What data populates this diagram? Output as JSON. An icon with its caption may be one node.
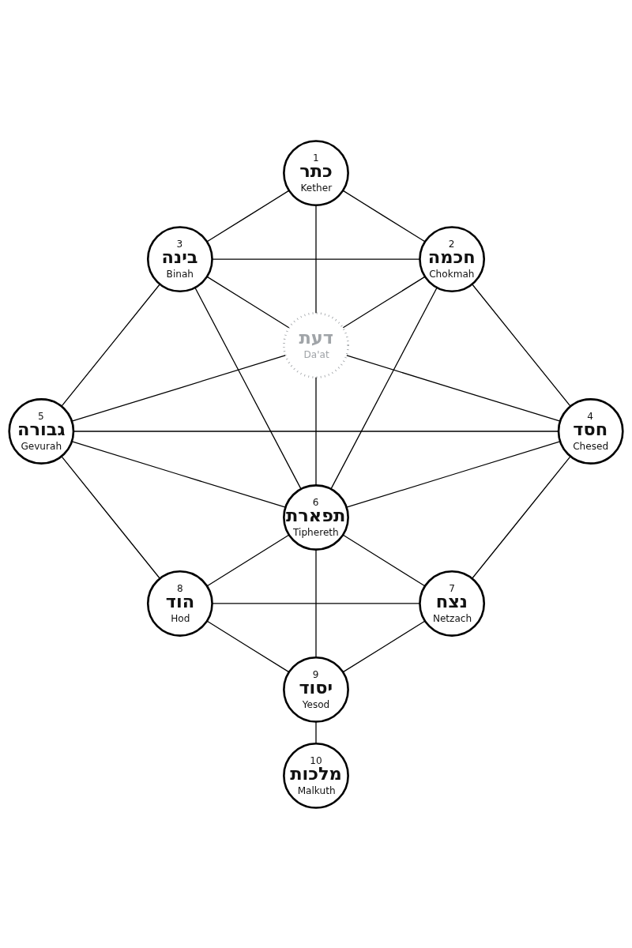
{
  "diagram": {
    "nodes": [
      {
        "text": [
          "1",
          "כתר",
          "Kether"
        ]
      },
      {
        "text": [
          "3",
          "בינה",
          "Binah"
        ]
      },
      {
        "text": [
          "2",
          "חכמה",
          "Chokmah"
        ]
      },
      {
        "text": [
          "דעת",
          "Da'at"
        ]
      },
      {
        "text": [
          "5",
          "גבורה",
          "Gevurah"
        ]
      },
      {
        "text": [
          "4",
          "חסד",
          "Chesed"
        ]
      },
      {
        "text": [
          "6",
          "תפארת",
          "Tiphereth"
        ]
      },
      {
        "text": [
          "8",
          "הוד",
          "Hod"
        ]
      },
      {
        "text": [
          "7",
          "נצח",
          "Netzach"
        ]
      },
      {
        "text": [
          "9",
          "יסוד",
          "Yesod"
        ]
      },
      {
        "text": [
          "10",
          "מלכות",
          "Malkuth"
        ]
      }
    ],
    "edges": [
      {
        "from": 0,
        "to": 1,
        "arrow": "none"
      },
      {
        "from": 0,
        "to": 2,
        "arrow": "none"
      },
      {
        "from": 0,
        "to": 3,
        "arrow": "none"
      },
      {
        "from": 1,
        "to": 2,
        "arrow": "none"
      },
      {
        "from": 1,
        "to": 3,
        "arrow": "none"
      },
      {
        "from": 2,
        "to": 3,
        "arrow": "none"
      },
      {
        "from": 1,
        "to": 4,
        "arrow": "none"
      },
      {
        "from": 2,
        "to": 5,
        "arrow": "none"
      },
      {
        "from": 1,
        "to": 6,
        "arrow": "none"
      },
      {
        "from": 2,
        "to": 6,
        "arrow": "none"
      },
      {
        "from": 3,
        "to": 4,
        "arrow": "none"
      },
      {
        "from": 3,
        "to": 5,
        "arrow": "none"
      },
      {
        "from": 3,
        "to": 6,
        "arrow": "none"
      },
      {
        "from": 4,
        "to": 5,
        "arrow": "none"
      },
      {
        "from": 4,
        "to": 6,
        "arrow": "none"
      },
      {
        "from": 5,
        "to": 6,
        "arrow": "none"
      },
      {
        "from": 4,
        "to": 7,
        "arrow": "none"
      },
      {
        "from": 5,
        "to": 8,
        "arrow": "none"
      },
      {
        "from": 6,
        "to": 7,
        "arrow": "none"
      },
      {
        "from": 6,
        "to": 8,
        "arrow": "none"
      },
      {
        "from": 6,
        "to": 9,
        "arrow": "none"
      },
      {
        "from": 7,
        "to": 8,
        "arrow": "none"
      },
      {
        "from": 7,
        "to": 9,
        "arrow": "none"
      },
      {
        "from": 8,
        "to": 9,
        "arrow": "none"
      },
      {
        "from": 9,
        "to": 10,
        "arrow": "none"
      }
    ]
  }
}
